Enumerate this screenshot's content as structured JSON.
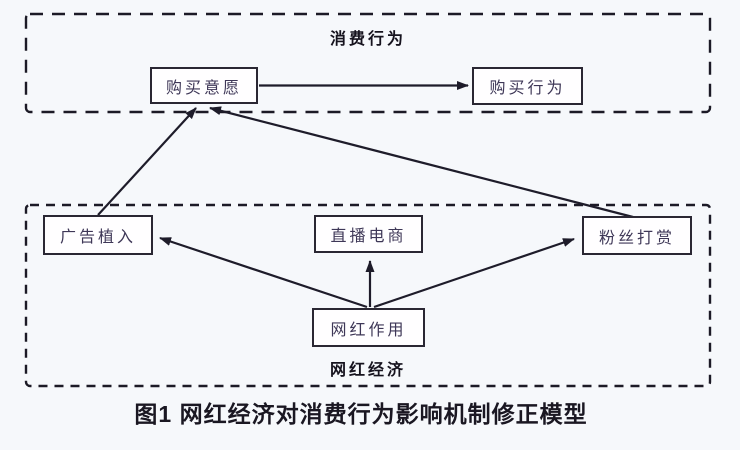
{
  "figure": {
    "caption": "图1  网红经济对消费行为影响机制修正模型",
    "groups": {
      "consumer_behavior": {
        "title": "消费行为"
      },
      "influencer_economy": {
        "title": "网红经济"
      }
    },
    "nodes": {
      "purchase_intention": {
        "label": "购买意愿"
      },
      "purchase_behavior": {
        "label": "购买行为"
      },
      "ad_placement": {
        "label": "广告植入"
      },
      "live_ecommerce": {
        "label": "直播电商"
      },
      "fan_tipping": {
        "label": "粉丝打赏"
      },
      "influencer_effect": {
        "label": "网红作用"
      }
    },
    "edges": [
      {
        "from": "购买意愿",
        "to": "购买行为"
      },
      {
        "from": "广告植入",
        "to": "购买意愿"
      },
      {
        "from": "粉丝打赏",
        "to": "购买意愿"
      },
      {
        "from": "网红作用",
        "to": "广告植入"
      },
      {
        "from": "网红作用",
        "to": "直播电商"
      },
      {
        "from": "网红作用",
        "to": "粉丝打赏"
      }
    ],
    "colors": {
      "background": "#f6f8fb",
      "line": "#1e1c2a",
      "box_border": "#2a2733",
      "box_fill": "#ffffff",
      "node_text": "#3e3757",
      "heading_text": "#16131e"
    }
  }
}
